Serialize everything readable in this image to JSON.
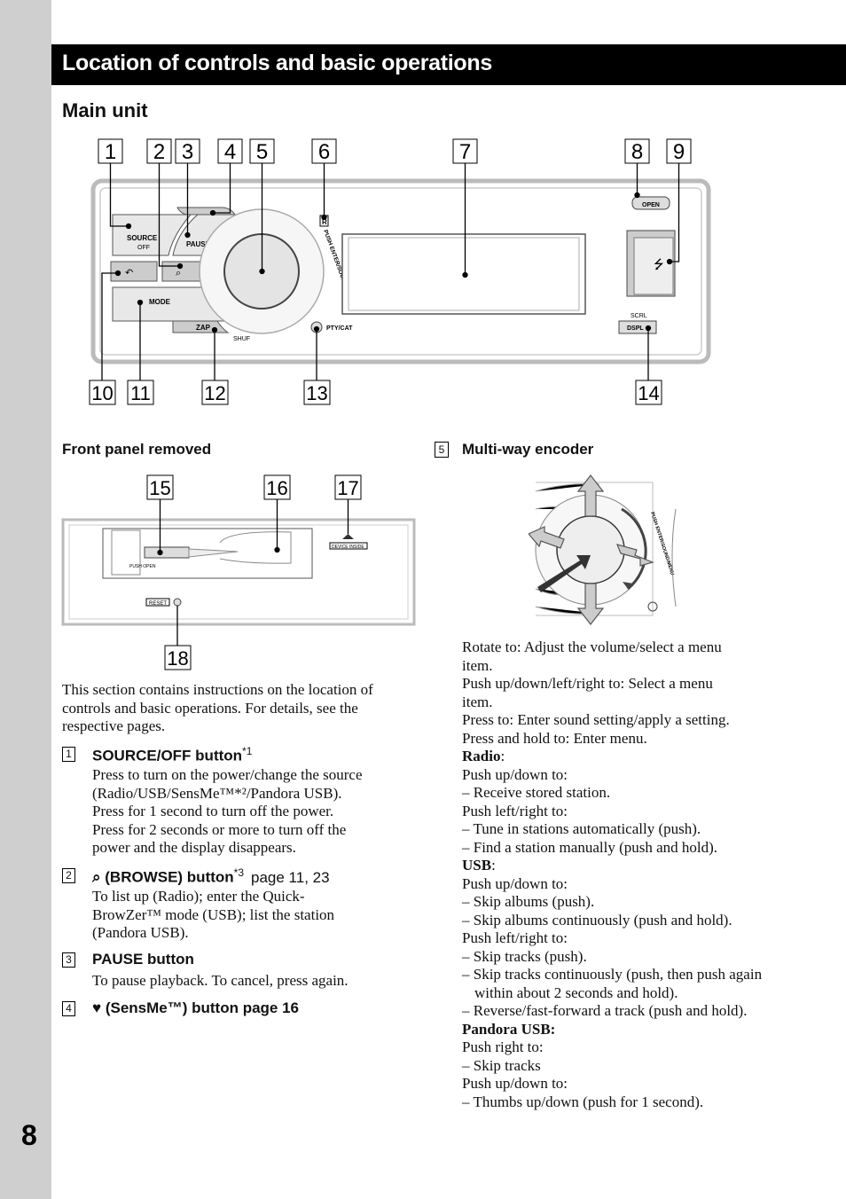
{
  "page_number": "8",
  "section_title": "Location of controls and basic operations",
  "subheading": "Main unit",
  "callouts_top": [
    "1",
    "2",
    "3",
    "4",
    "5",
    "6",
    "7",
    "8",
    "9"
  ],
  "callouts_bottom": [
    "10",
    "11",
    "12",
    "13",
    "14"
  ],
  "front_panel_labels": {
    "source": "SOURCE",
    "off": "OFF",
    "pause": "PAUSE",
    "mode": "MODE",
    "zap": "ZAP",
    "shuf": "SHUF",
    "push_enter": "PUSH ENTER/SOUND/MENU",
    "pty_cat": "PTY/CAT",
    "open": "OPEN",
    "scrl": "SCRL",
    "dspl": "DSPL",
    "r_mark": "R"
  },
  "front_panel_removed": {
    "heading": "Front panel removed",
    "callouts": [
      "15",
      "16",
      "17",
      "18"
    ],
    "labels": {
      "push_open": "PUSH OPEN",
      "device_inside": "DEVICE INSIDE",
      "reset": "RESET"
    }
  },
  "encoder": {
    "index": "5",
    "heading": "Multi-way encoder",
    "ring_text": "PUSH ENTER/SOUND/MENU"
  },
  "intro": "This section contains instructions on the location of controls and basic operations. For details, see the respective pages.",
  "items": [
    {
      "index": "1",
      "title": "SOURCE/OFF button",
      "footnote": "*1",
      "ref": "",
      "lines": [
        "Press to turn on the power/change the source",
        "(Radio/USB/SensMe™*²/Pandora USB).",
        "Press for 1 second to turn off the power.",
        "Press for 2 seconds or more to turn off the",
        "power and the display disappears."
      ]
    },
    {
      "index": "2",
      "title": "(BROWSE) button",
      "footnote": "*3",
      "ref": "page 11, 23",
      "lines": [
        "To list up (Radio); enter the Quick-",
        "BrowZer™ mode (USB); list the station",
        "(Pandora USB)."
      ]
    },
    {
      "index": "3",
      "title": "PAUSE button",
      "footnote": "",
      "ref": "",
      "lines": [
        "To pause playback. To cancel, press again."
      ]
    },
    {
      "index": "4",
      "title": "(SensMe™) button page 16",
      "footnote": "",
      "ref": "",
      "lines": []
    }
  ],
  "encoder_text": {
    "l1": "Rotate to: Adjust the volume/select a menu",
    "l2": "item.",
    "l3": "Push up/down/left/right to: Select a menu",
    "l4": "item.",
    "l5": "Press to: Enter sound setting/apply a setting.",
    "l6": "Press and hold to: Enter menu.",
    "radio": "Radio",
    "l7": "Push up/down to:",
    "l8": "– Receive stored station.",
    "l9": "Push left/right to:",
    "l10": "– Tune in stations automatically (push).",
    "l11": "– Find a station manually (push and hold).",
    "usb": "USB",
    "l12": "Push up/down to:",
    "l13": "– Skip albums (push).",
    "l14": "– Skip albums continuously (push and hold).",
    "l15": "Push left/right to:",
    "l16": "– Skip tracks (push).",
    "l17": "– Skip tracks continuously (push, then push again within about 2 seconds and hold).",
    "l18": "– Reverse/fast-forward a track (push and hold).",
    "pandora": "Pandora USB:",
    "l19": "Push right to:",
    "l20": "– Skip tracks",
    "l21": "Push up/down to:",
    "l22": "– Thumbs up/down (push for 1 second)."
  }
}
